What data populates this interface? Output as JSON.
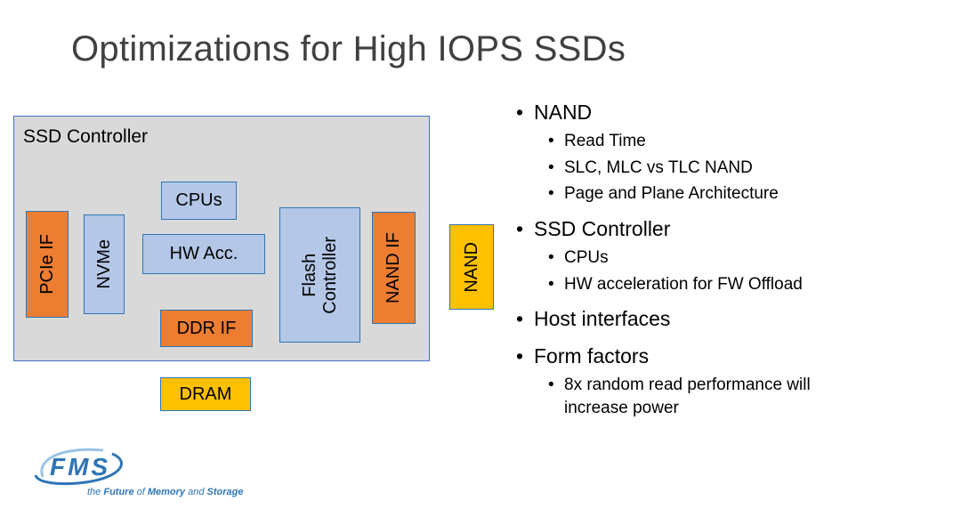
{
  "slide": {
    "title": "Optimizations for High IOPS SSDs"
  },
  "diagram": {
    "container_label": "SSD Controller",
    "blocks": {
      "pcie_if": "PCIe IF",
      "nvme": "NVMe",
      "cpus": "CPUs",
      "hw_acc": "HW Acc.",
      "ddr_if": "DDR IF",
      "flash": [
        "Flash",
        "Controller"
      ],
      "nand_if": "NAND IF",
      "nand": "NAND",
      "dram": "DRAM"
    },
    "colors": {
      "container_fill": "#d9d9d9",
      "blue_fill": "#b4c7e7",
      "orange_fill": "#ed7d31",
      "yellow_fill": "#ffc000",
      "border_blue": "#2e75b6",
      "container_border": "#4472c4"
    }
  },
  "bullets": [
    {
      "level": 1,
      "text": "NAND"
    },
    {
      "level": 2,
      "text": "Read Time"
    },
    {
      "level": 2,
      "text": "SLC, MLC vs TLC NAND"
    },
    {
      "level": 2,
      "text": "Page and Plane Architecture"
    },
    {
      "level": 1,
      "text": "SSD Controller"
    },
    {
      "level": 2,
      "text": "CPUs"
    },
    {
      "level": 2,
      "text": "HW acceleration for FW Offload"
    },
    {
      "level": 1,
      "text": "Host interfaces"
    },
    {
      "level": 1,
      "text": "Form factors"
    },
    {
      "level": 2,
      "text": "8x random read performance will increase power"
    }
  ],
  "footer": {
    "logo": "FMS",
    "tagline_parts": [
      "the ",
      "Future ",
      "of ",
      "Memory ",
      "and ",
      "Storage"
    ]
  }
}
